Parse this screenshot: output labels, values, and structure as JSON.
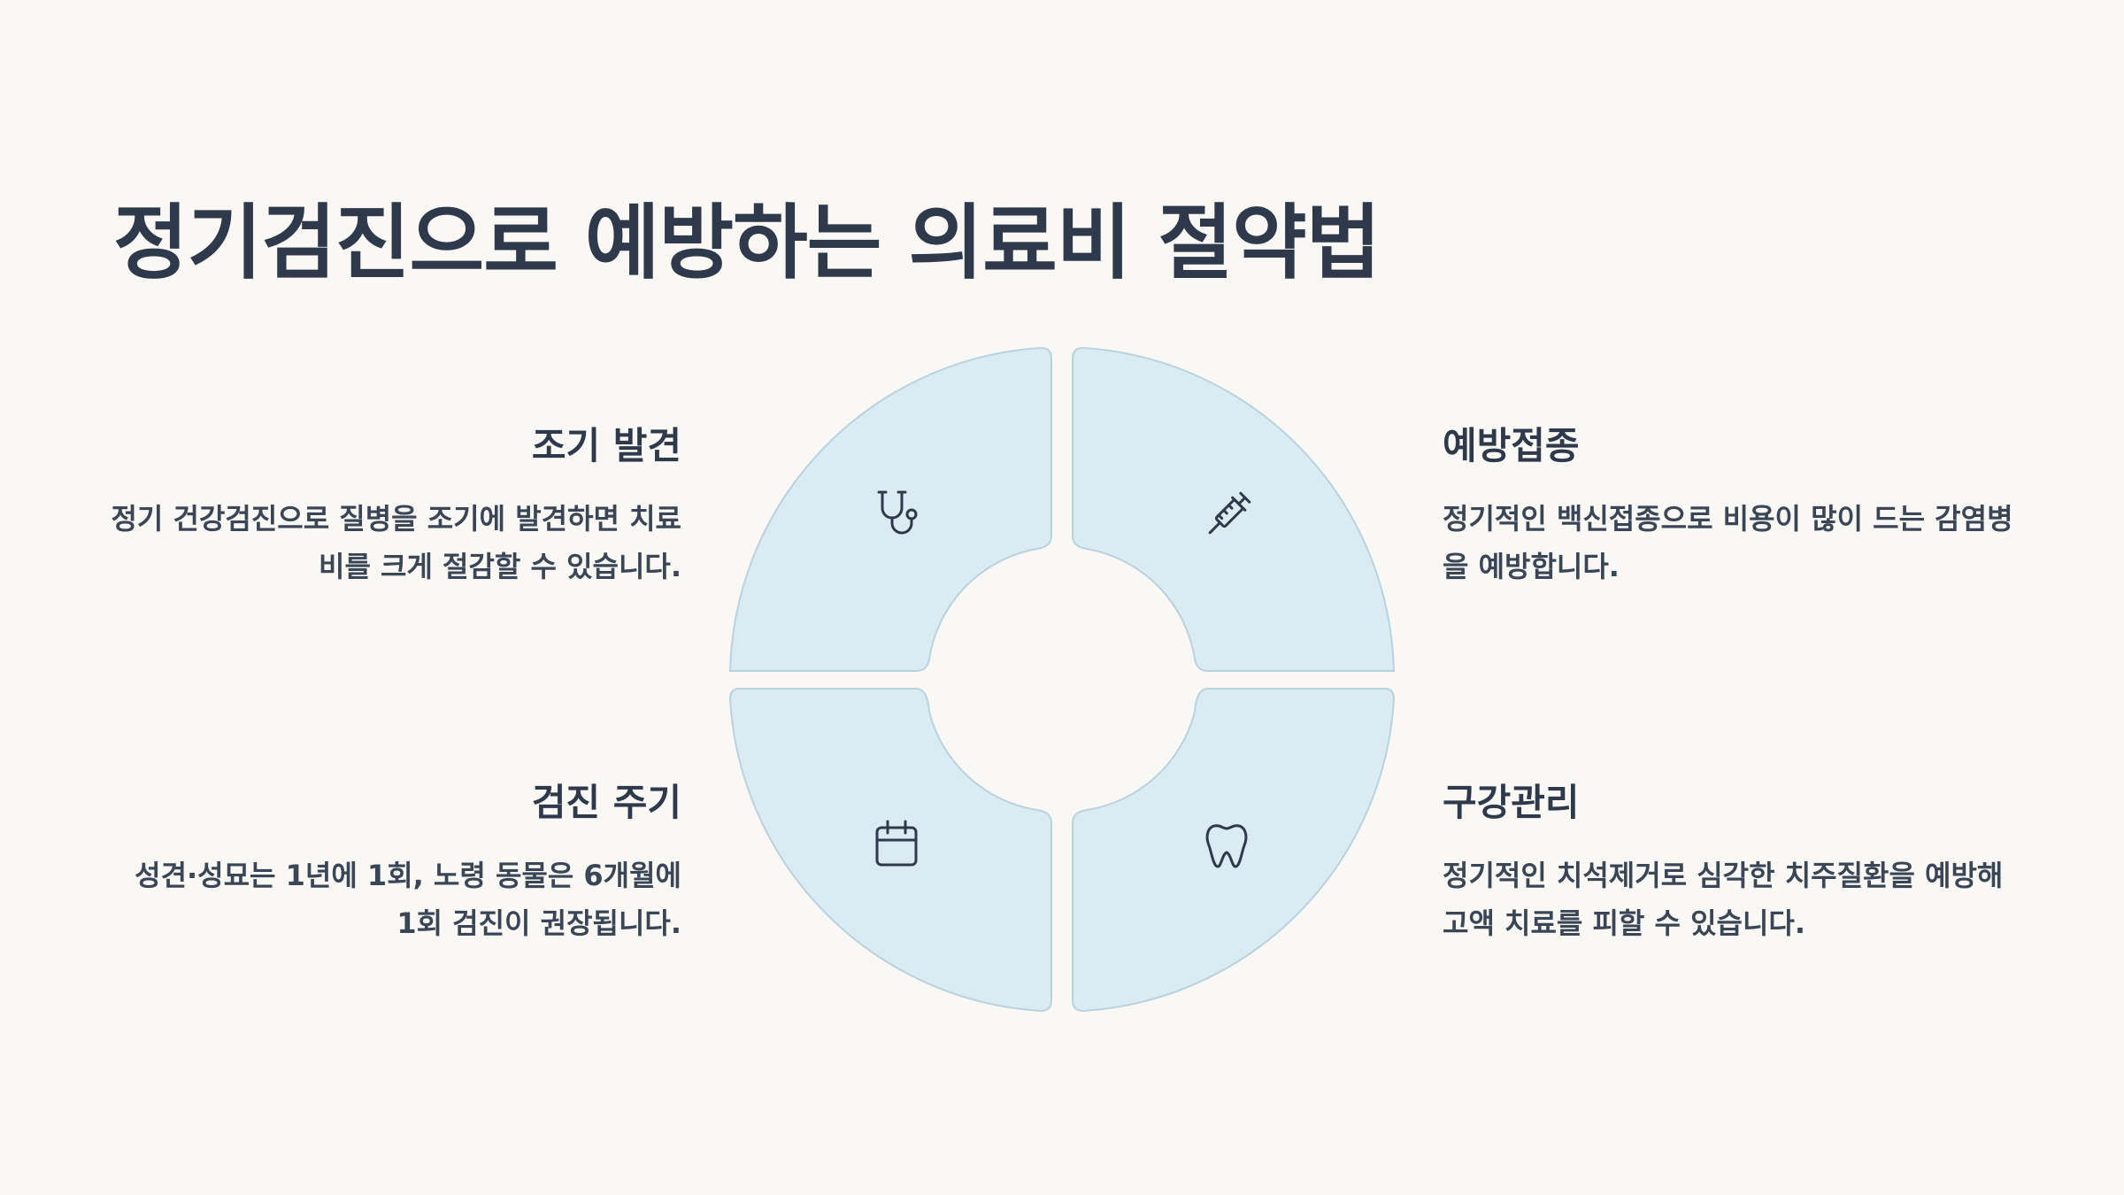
{
  "title": "정기검진으로 예방하는 의료비 절약법",
  "colors": {
    "background": "#faf8f5",
    "segment_fill": "#daebf1",
    "segment_stroke": "#b9d3de",
    "text": "#2e3a4b",
    "icon": "#2e3a4b"
  },
  "segments": [
    {
      "position": "top-left",
      "icon": "stethoscope-icon",
      "heading": "조기 발견",
      "text": "정기 건강검진으로 질병을 조기에 발견하면 치료비를 크게 절감할 수 있습니다."
    },
    {
      "position": "top-right",
      "icon": "syringe-icon",
      "heading": "예방접종",
      "text": "정기적인 백신접종으로 비용이 많이 드는 감염병을 예방합니다."
    },
    {
      "position": "bottom-left",
      "icon": "calendar-icon",
      "heading": "검진 주기",
      "text": "성견·성묘는 1년에 1회, 노령 동물은 6개월에 1회 검진이 권장됩니다."
    },
    {
      "position": "bottom-right",
      "icon": "tooth-icon",
      "heading": "구강관리",
      "text": "정기적인 치석제거로 심각한 치주질환을 예방해 고액 치료를 피할 수 있습니다."
    }
  ]
}
